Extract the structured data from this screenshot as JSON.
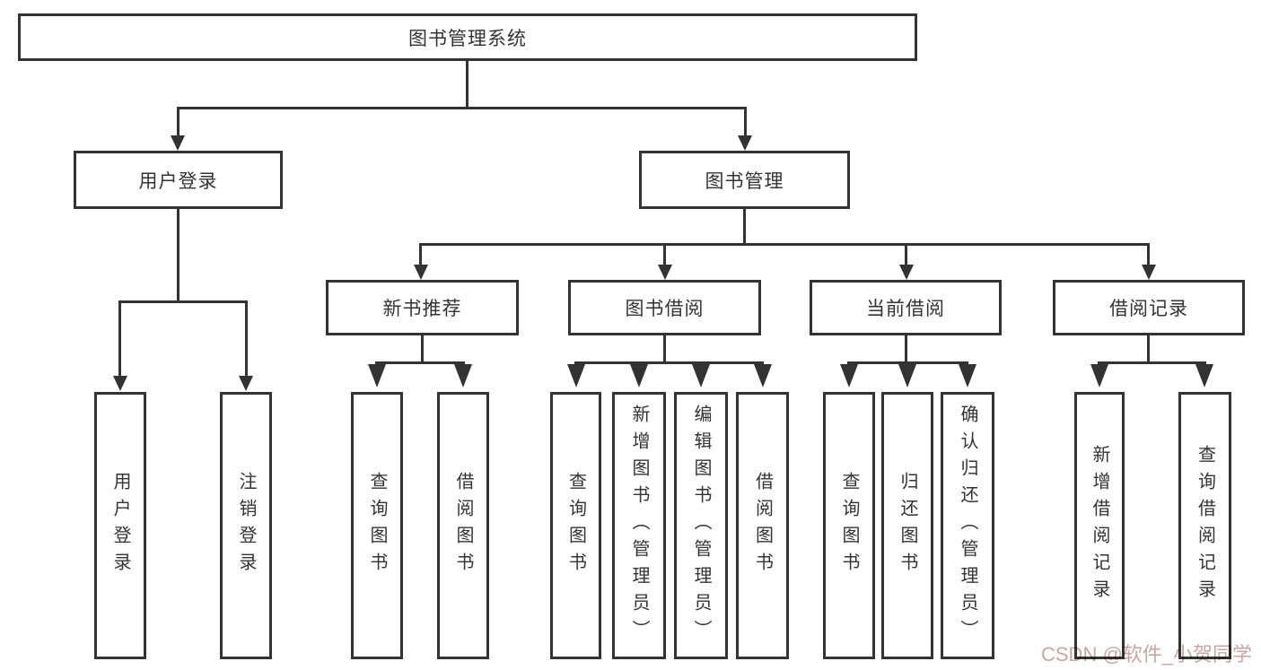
{
  "colors": {
    "line": "#333333",
    "text": "#333333",
    "background": "#ffffff",
    "watermark": "#c9a6a6"
  },
  "watermark": {
    "text": "CSDN @软件_小贺同学"
  },
  "tree": {
    "root": {
      "label": "图书管理系统"
    },
    "branches": [
      {
        "label": "用户登录",
        "children": [
          {
            "label": "用户登录"
          },
          {
            "label": "注销登录"
          }
        ]
      },
      {
        "label": "图书管理",
        "children": [
          {
            "label": "新书推荐",
            "children": [
              {
                "label": "查询图书"
              },
              {
                "label": "借阅图书"
              }
            ]
          },
          {
            "label": "图书借阅",
            "children": [
              {
                "label": "查询图书"
              },
              {
                "label": "新增图书（管理员）"
              },
              {
                "label": "编辑图书（管理员）"
              },
              {
                "label": "借阅图书"
              }
            ]
          },
          {
            "label": "当前借阅",
            "children": [
              {
                "label": "查询图书"
              },
              {
                "label": "归还图书"
              },
              {
                "label": "确认归还（管理员）"
              }
            ]
          },
          {
            "label": "借阅记录",
            "children": [
              {
                "label": "新增借阅记录"
              },
              {
                "label": "查询借阅记录"
              }
            ]
          }
        ]
      }
    ]
  }
}
